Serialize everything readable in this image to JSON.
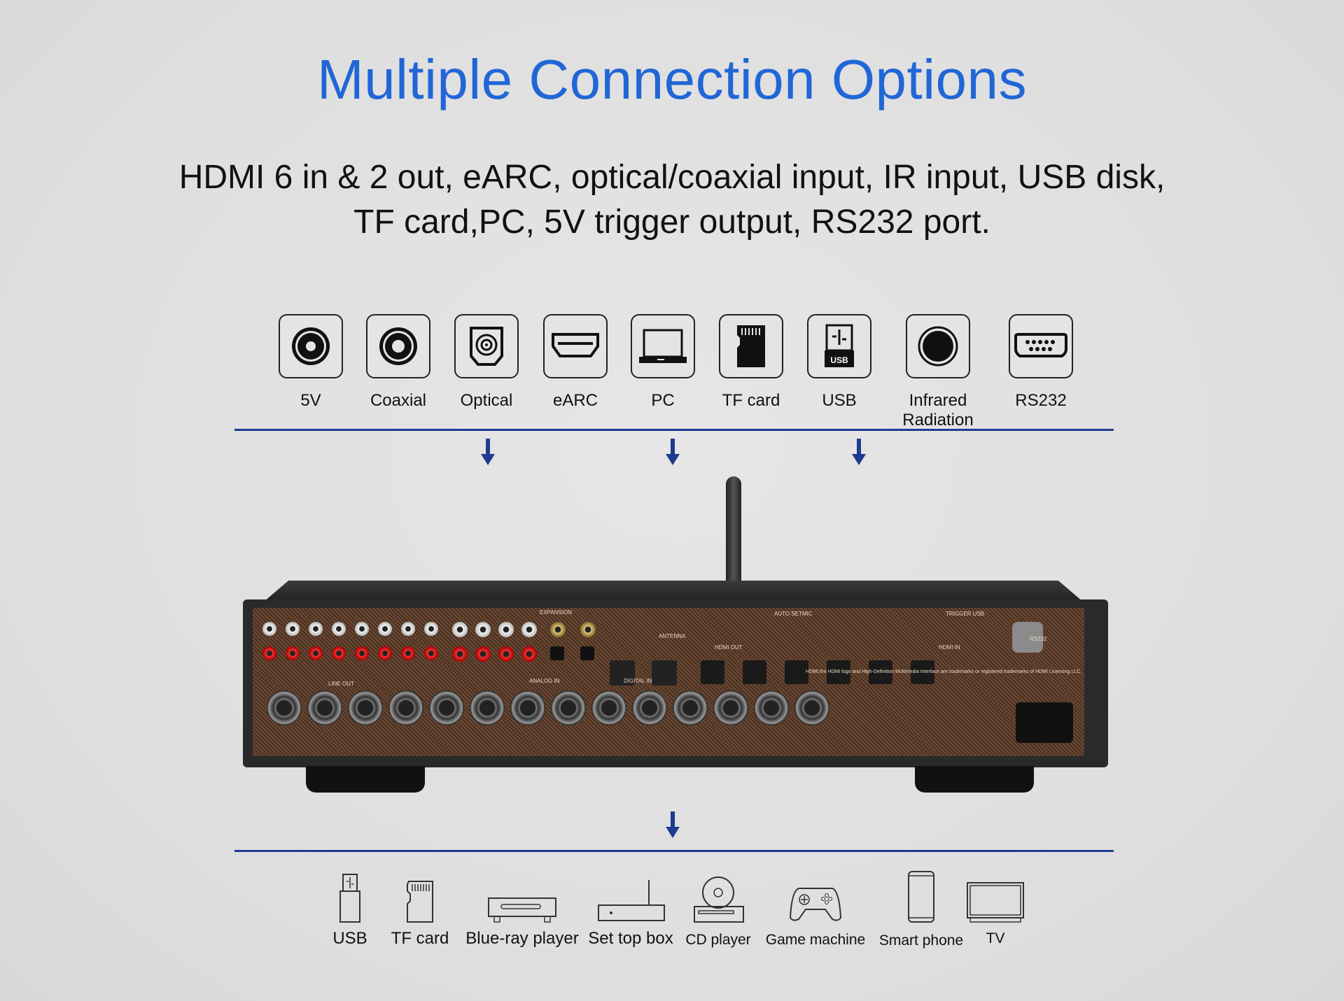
{
  "title": "Multiple Connection Options",
  "subtitle": [
    "HDMI 6 in & 2 out, eARC, optical/coaxial input, IR input, USB disk,",
    "TF card,PC, 5V trigger output, RS232 port."
  ],
  "inputs": [
    {
      "label": "5V",
      "icon": "dc-jack-icon"
    },
    {
      "label": "Coaxial",
      "icon": "coaxial-icon"
    },
    {
      "label": "Optical",
      "icon": "optical-icon"
    },
    {
      "label": "eARC",
      "icon": "hdmi-icon"
    },
    {
      "label": "PC",
      "icon": "laptop-icon"
    },
    {
      "label": "TF card",
      "icon": "sd-card-icon"
    },
    {
      "label": "USB",
      "icon": "usb-icon"
    },
    {
      "label": "Infrared Radiation",
      "icon": "infrared-icon"
    },
    {
      "label": "RS232",
      "icon": "serial-port-icon"
    }
  ],
  "device_labels": {
    "antenna": "ANTENNA",
    "hdmi_in": "HDMI IN",
    "hdmi_out": "HDMI OUT",
    "rs232": "RS232",
    "line_out": "LINE OUT",
    "digital_in": "DIGITAL IN",
    "analog_in": "ANALOG IN",
    "expansion": "EXPANSION",
    "auto_setmic": "AUTO SETMIC",
    "trigger": "TRIGGER  USB",
    "hdmi_note": "HDMI,the HDMI logo and High-Definition Multimedia Interface are trademarks or registered trademarks of HDMI Licensing LLC."
  },
  "outputs": [
    {
      "label": "USB",
      "icon": "usb-stick-icon"
    },
    {
      "label": "TF card",
      "icon": "sd-card-icon"
    },
    {
      "label": "Blue-ray player",
      "icon": "bluray-player-icon"
    },
    {
      "label": "Set top box",
      "icon": "set-top-box-icon"
    },
    {
      "label": "CD player",
      "icon": "cd-player-icon"
    },
    {
      "label": "Game machine",
      "icon": "gamepad-icon"
    },
    {
      "label": "Smart phone",
      "icon": "smartphone-icon"
    },
    {
      "label": "TV",
      "icon": "tv-icon"
    }
  ],
  "colors": {
    "title": "#2166d6",
    "line": "#1d3c8f",
    "panel": "#5a3a28"
  }
}
